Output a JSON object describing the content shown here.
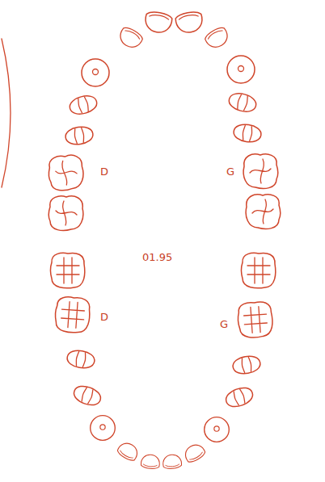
{
  "diagram": {
    "labels": [
      "D",
      "G",
      "01.95",
      "D",
      "G"
    ]
  }
}
